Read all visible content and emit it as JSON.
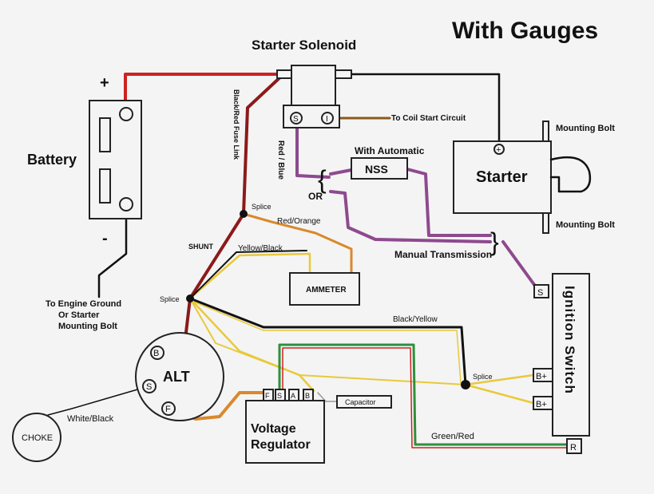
{
  "title": "With Gauges",
  "colors": {
    "red": "#cc2222",
    "dark_red": "#8b1a1a",
    "purple": "#8e4a8e",
    "black": "#111111",
    "yellow": "#e8c93a",
    "green": "#2f8f3a",
    "orange": "#d9892c",
    "brown": "#8a5a1a"
  },
  "components": {
    "solenoid": "Starter Solenoid",
    "battery": "Battery",
    "battery_plus": "+",
    "battery_minus": "-",
    "starter": "Starter",
    "nss": "NSS",
    "ammeter": "AMMETER",
    "alt": "ALT",
    "choke": "CHOKE",
    "voltage_regulator_line1": "Voltage",
    "voltage_regulator_line2": "Regulator",
    "ignition_switch": "Ignition Switch",
    "capacitor": "Capacitor"
  },
  "terminals": {
    "solenoid_s": "S",
    "solenoid_i": "I",
    "alt_b": "B",
    "alt_s": "S",
    "alt_f": "F",
    "vr_f": "F",
    "vr_s": "S",
    "vr_a": "A",
    "vr_b": "B",
    "ign_s": "S",
    "ign_b1": "B+",
    "ign_b2": "B+",
    "ign_r": "R",
    "pos_symbol": "+"
  },
  "labels": {
    "coil_start": "To Coil Start Circuit",
    "mounting_bolt_top": "Mounting Bolt",
    "mounting_bolt_bottom": "Mounting Bolt",
    "with_automatic": "With Automatic",
    "or": "OR",
    "manual_transmission": "Manual Transmission",
    "red_blue": "Red / Blue",
    "fuse_link": "Black/Red Fuse Link",
    "splice_top": "Splice",
    "red_orange": "Red/Orange",
    "shunt": "SHUNT",
    "yellow_black": "Yellow/Black",
    "splice_left": "Splice",
    "black_yellow": "Black/Yellow",
    "splice_right": "Splice",
    "green_red": "Green/Red",
    "white_black": "White/Black",
    "ground_line1": "To Engine Ground",
    "ground_line2": "Or Starter",
    "ground_line3": "Mounting Bolt"
  }
}
